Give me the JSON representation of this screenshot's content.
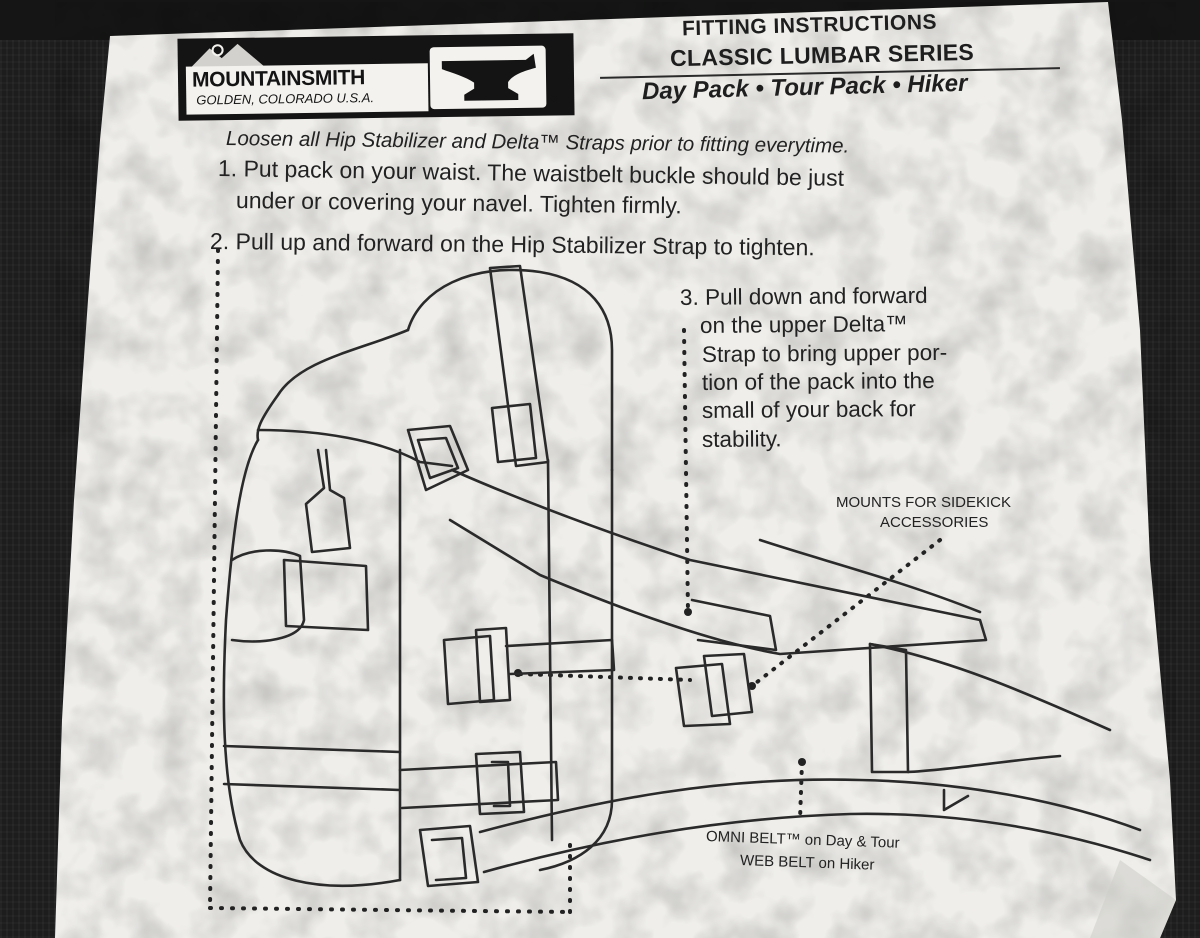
{
  "logo": {
    "brand": "MOUNTAINSMITH",
    "location": "GOLDEN, COLORADO U.S.A.",
    "registered": "®"
  },
  "header": {
    "line1": "FITTING INSTRUCTIONS",
    "line2": "CLASSIC LUMBAR SERIES",
    "line3": "Day Pack • Tour Pack • Hiker"
  },
  "intro": "Loosen all Hip Stabilizer and Delta™ Straps prior to fitting everytime.",
  "steps": {
    "step1_line1": "1. Put pack on your waist.  The waistbelt buckle should be just",
    "step1_line2": "under or covering your navel. Tighten firmly.",
    "step2": "2. Pull up and forward on the Hip Stabilizer Strap to tighten.",
    "step3_lines": [
      "3. Pull down and forward",
      "on the upper Delta™",
      "Strap to bring upper por-",
      "tion of the pack into the",
      "small of your back for",
      "stability."
    ]
  },
  "labels": {
    "mounts_line1": "MOUNTS FOR SIDEKICK",
    "mounts_line2": "ACCESSORIES",
    "belt_line1": "OMNI BELT™ on Day & Tour",
    "belt_line2": "WEB BELT on Hiker"
  },
  "colors": {
    "paper": "#efeeea",
    "ink": "#1e1e1e",
    "bag": "#1c1d1c"
  }
}
